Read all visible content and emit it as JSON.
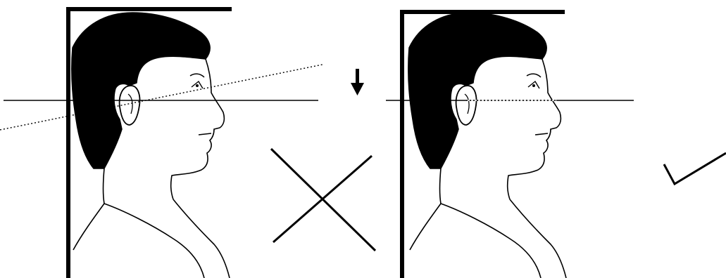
{
  "figure": {
    "panels": [
      {
        "id": "incorrect",
        "head_posture": "tilted",
        "verdict": "cross-mark"
      },
      {
        "id": "correct",
        "head_posture": "level",
        "verdict": "check-mark"
      }
    ],
    "icons": [
      "down-arrow-icon",
      "cross-icon",
      "check-icon"
    ],
    "colors": {
      "ink": "#000000",
      "background": "#ffffff",
      "hair": "#000000"
    }
  }
}
